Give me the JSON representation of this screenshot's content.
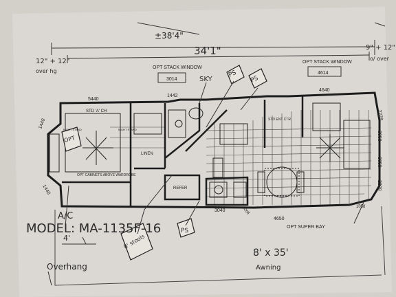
{
  "plan": {
    "overall_top": "±38'4\"",
    "overall_body": "34'1\"",
    "overhang_left": "12\" + 12\"",
    "overhang_left_sub": "over hg",
    "overhang_right": "9\" + 12\"",
    "overhang_right_sub": "o/ over",
    "model": "MODEL: MA-1135F-16",
    "ac_note": "A/C",
    "ac_dim": "4'",
    "overhang_note": "Overhang",
    "awning": "8' x 35'",
    "awning_sub": "Awning",
    "stack_window_left": "OPT STACK WINDOW",
    "stack_window_right": "OPT STACK WINDOW",
    "win_3014": "3014",
    "win_4614": "4614",
    "win_5440": "5440",
    "win_1442": "1442",
    "win_4640": "4640",
    "win_3040": "3040",
    "win_4650": "4650",
    "win_1440": "1440",
    "win_1440b": "1440",
    "win_2228": "2228",
    "win_3058a": "3058",
    "win_3058b": "3058",
    "win_2228b": "2228",
    "win_1058": "1058",
    "win_1058b": "1058",
    "bed_label": "STD 'A' CH",
    "cabinets": "OPT CABINETS ABOVE WARDROBE",
    "linen": "LINEN",
    "refer": "REFER",
    "super_bay": "OPT SUPER BAY",
    "night_stand": "NIGHT STAND",
    "night_stand2": "NIGHT STAND",
    "opt_label": "OPT",
    "ps1": "PS",
    "ps2": "PS",
    "ps3": "PS",
    "sky": "SKY",
    "stools": "8' stools",
    "std_ent": "STD ENT CTR"
  }
}
